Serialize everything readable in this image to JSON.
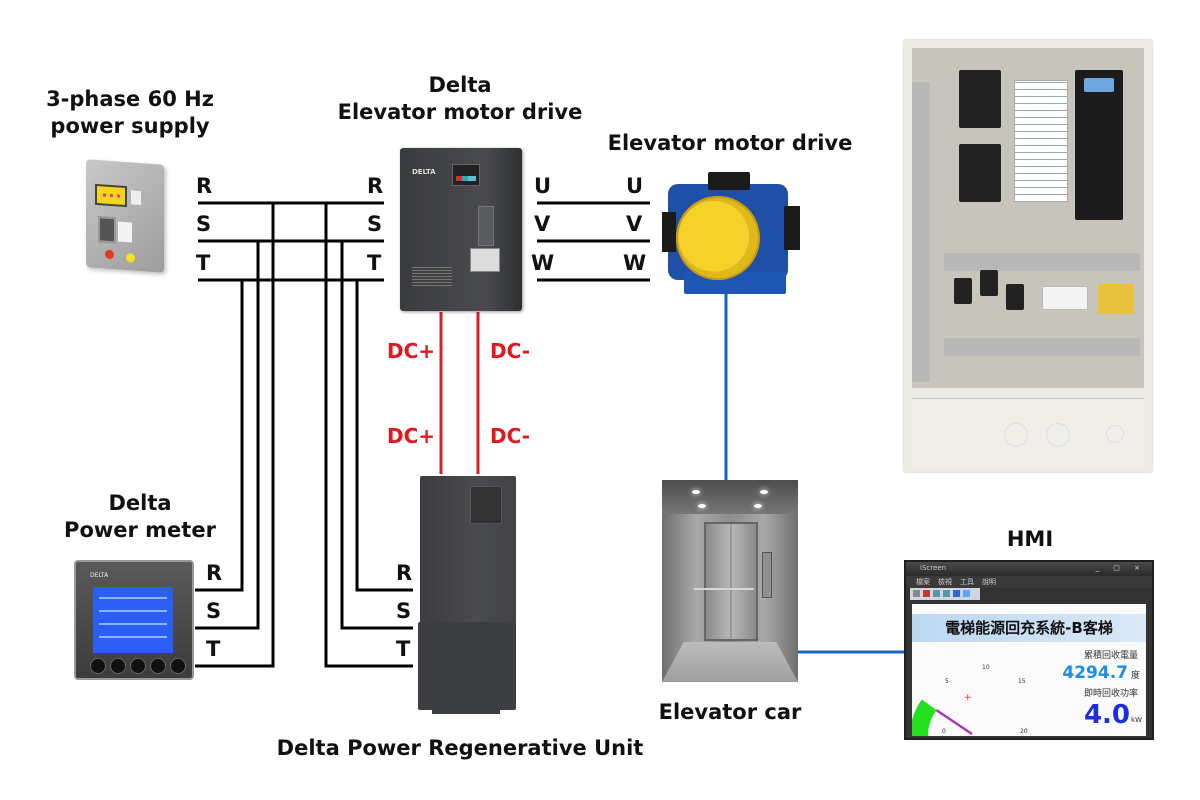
{
  "labels": {
    "power_supply": [
      "3-phase 60 Hz",
      "power supply"
    ],
    "main_drive": [
      "Delta",
      "Elevator motor drive"
    ],
    "motor": "Elevator motor drive",
    "power_meter": [
      "Delta",
      "Power meter"
    ],
    "regen_unit": "Delta Power Regenerative Unit",
    "elevator_car": "Elevator car",
    "hmi": "HMI"
  },
  "phases": {
    "supply_out": [
      "R",
      "S",
      "T"
    ],
    "drive_in": [
      "R",
      "S",
      "T"
    ],
    "drive_out": [
      "U",
      "V",
      "W"
    ],
    "motor_in": [
      "U",
      "V",
      "W"
    ],
    "meter_in": [
      "R",
      "S",
      "T"
    ],
    "regen_in": [
      "R",
      "S",
      "T"
    ]
  },
  "dc_link": {
    "drive_side": [
      "DC+",
      "DC-"
    ],
    "regen_side": [
      "DC+",
      "DC-"
    ]
  },
  "colors": {
    "ac_wire": "#000000",
    "dc_wire": "#d71f2b",
    "signal_wire": "#1565c0",
    "dc_label": "#e0191f"
  },
  "hmi_screen": {
    "app_name": "iScreen",
    "window_buttons": "_ □ ×",
    "menu": [
      "檔案",
      "檢視",
      "工具",
      "說明"
    ],
    "banner": "電梯能源回充系統-B客梯",
    "total_energy_label": "累積回收電量",
    "total_energy_value": "4294.7",
    "total_energy_unit": "度",
    "instant_power_label": "即時回收功率",
    "instant_power_value": "4.0",
    "instant_power_unit": "kW",
    "gauge_ticks": [
      "0",
      "5",
      "10",
      "15",
      "20"
    ],
    "gauge_value": 4.0,
    "gauge_max": 20
  },
  "meter_brand": "DELTA",
  "drive_brand": "DELTA"
}
